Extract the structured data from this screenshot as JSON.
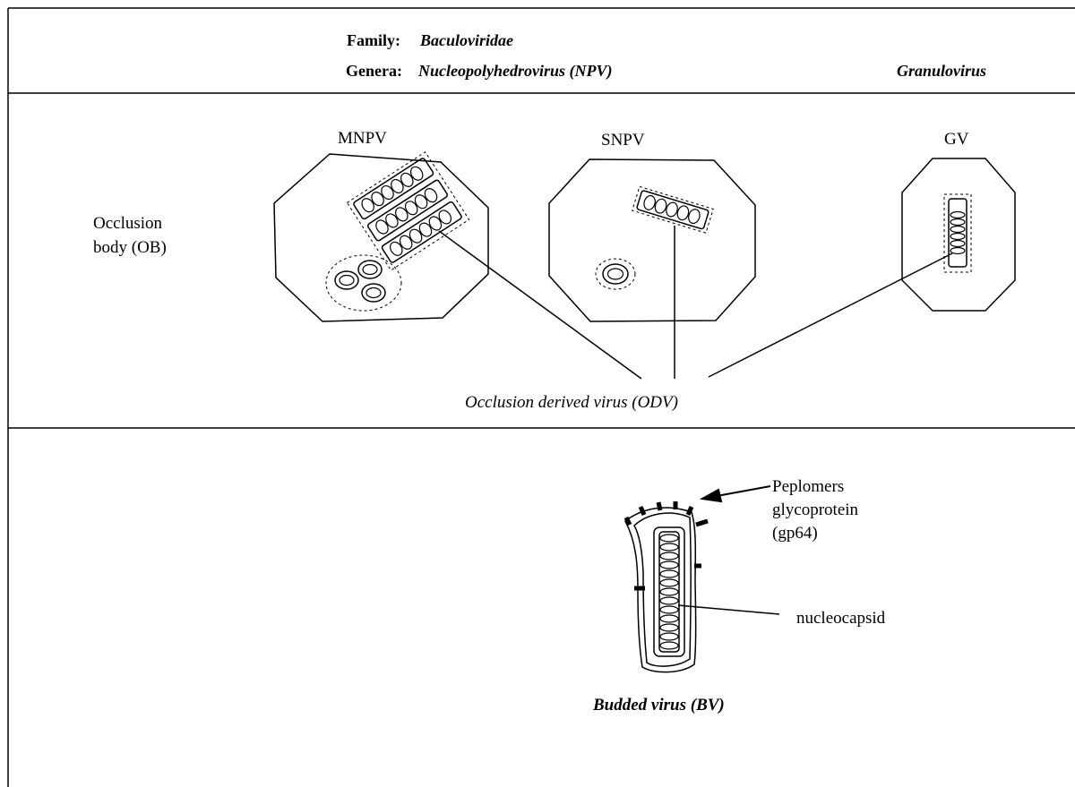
{
  "header": {
    "family_label": "Family:",
    "family_name": "Baculoviridae",
    "genera_label": "Genera:",
    "genus_npv": "Nucleopolyhedrovirus (NPV)",
    "genus_gv": "Granulovirus"
  },
  "occlusion": {
    "row_label_line1": "Occlusion",
    "row_label_line2": "body (OB)",
    "type_mnpv": "MNPV",
    "type_snpv": "SNPV",
    "type_gv": "GV",
    "odv_label": "Occlusion derived virus (ODV)"
  },
  "budded": {
    "peplomers_line1": "Peplomers",
    "peplomers_line2": "glycoprotein",
    "peplomers_line3": "(gp64)",
    "nucleocapsid_label": "nucleocapsid",
    "bv_label": "Budded virus (BV)"
  }
}
